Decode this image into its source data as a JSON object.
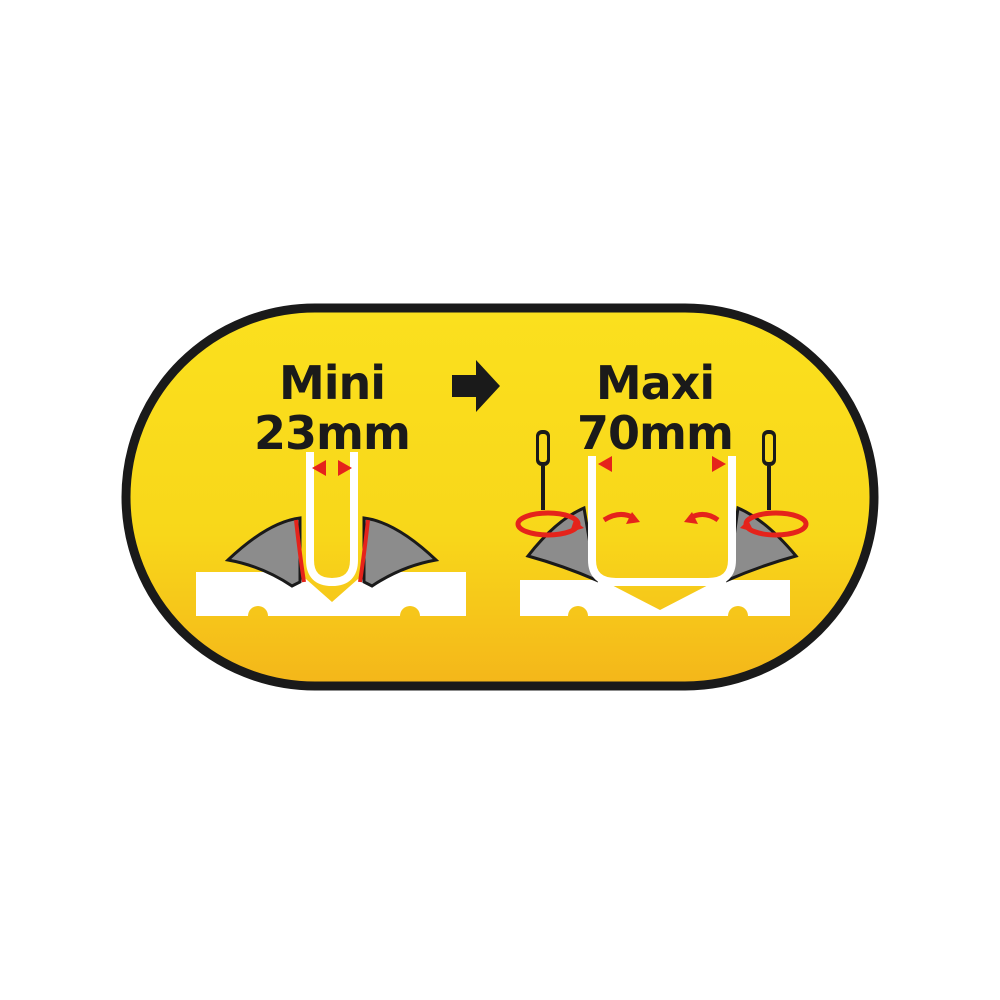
{
  "left": {
    "name": "Mini",
    "size": "23mm"
  },
  "right": {
    "name": "Maxi",
    "size": "70mm"
  },
  "colors": {
    "badge_fill": "#f9d81a",
    "badge_outline": "#1a1a1a",
    "arrow_red": "#e5231b",
    "insert_gray": "#8c8c8c",
    "base_white": "#ffffff"
  },
  "icons": [
    "arrow-right-icon",
    "screwdriver-icon",
    "rotate-arrow-icon"
  ]
}
